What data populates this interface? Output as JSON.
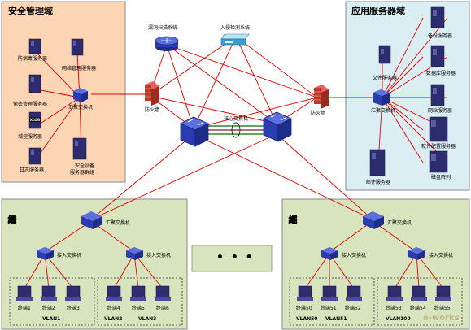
{
  "security_domain": {
    "title": "安全管理域",
    "servers": [
      "防病毒服务器",
      "网络管理服务器",
      "保密管理服务器",
      "汇聚交换机",
      "域控服务器",
      "日志服务器",
      "安全设备",
      "服务器群组"
    ],
    "log_badge": "XLOG"
  },
  "app_domain": {
    "title": "应用服务器域",
    "servers": [
      "备份服务器",
      "文件服务器",
      "数据库服务器",
      "网站服务器",
      "汇聚交换机",
      "软件配置服务器",
      "磁盘阵列",
      "邮件服务器"
    ]
  },
  "core": {
    "vuln_scan": "漏洞扫描系统",
    "ids": "入侵检测系统",
    "left_firewall": "防火墙",
    "right_firewall": "防火墙",
    "core_switch": "核心交换机"
  },
  "terminal_left": {
    "title_chars": [
      "终",
      "端",
      "域"
    ],
    "agg_switch": "汇聚交换机",
    "access_switches": [
      "接入交换机",
      "接入交换机"
    ],
    "terminals": [
      "终端1",
      "终端2",
      "终端3",
      "终端4",
      "终端5",
      "终端6"
    ],
    "vlans": [
      "VLAN1",
      "VLAN2",
      "VLAN3"
    ]
  },
  "terminal_right": {
    "title_chars": [
      "终",
      "端",
      "域"
    ],
    "agg_switch": "汇聚交换机",
    "access_switches": [
      "接入交换机",
      "接入交换机"
    ],
    "terminals": [
      "终端50",
      "终端51",
      "终端52",
      "终端53",
      "终端54",
      "终端55"
    ],
    "vlans": [
      "VLAN50",
      "VLAN51",
      "VLAN100"
    ]
  },
  "ellipsis": "• • •",
  "watermark": "e-works",
  "colors": {
    "security_bg": "#fcd5b5",
    "app_bg": "#dbeef4",
    "terminal_bg": "#d7e4bd",
    "ellipsis_bg": "#d7e4bd",
    "link_red": "#e00000",
    "link_dark": "#7a2020",
    "device_blue": "#2b3bb0",
    "server_navy": "#2c2c6e"
  }
}
